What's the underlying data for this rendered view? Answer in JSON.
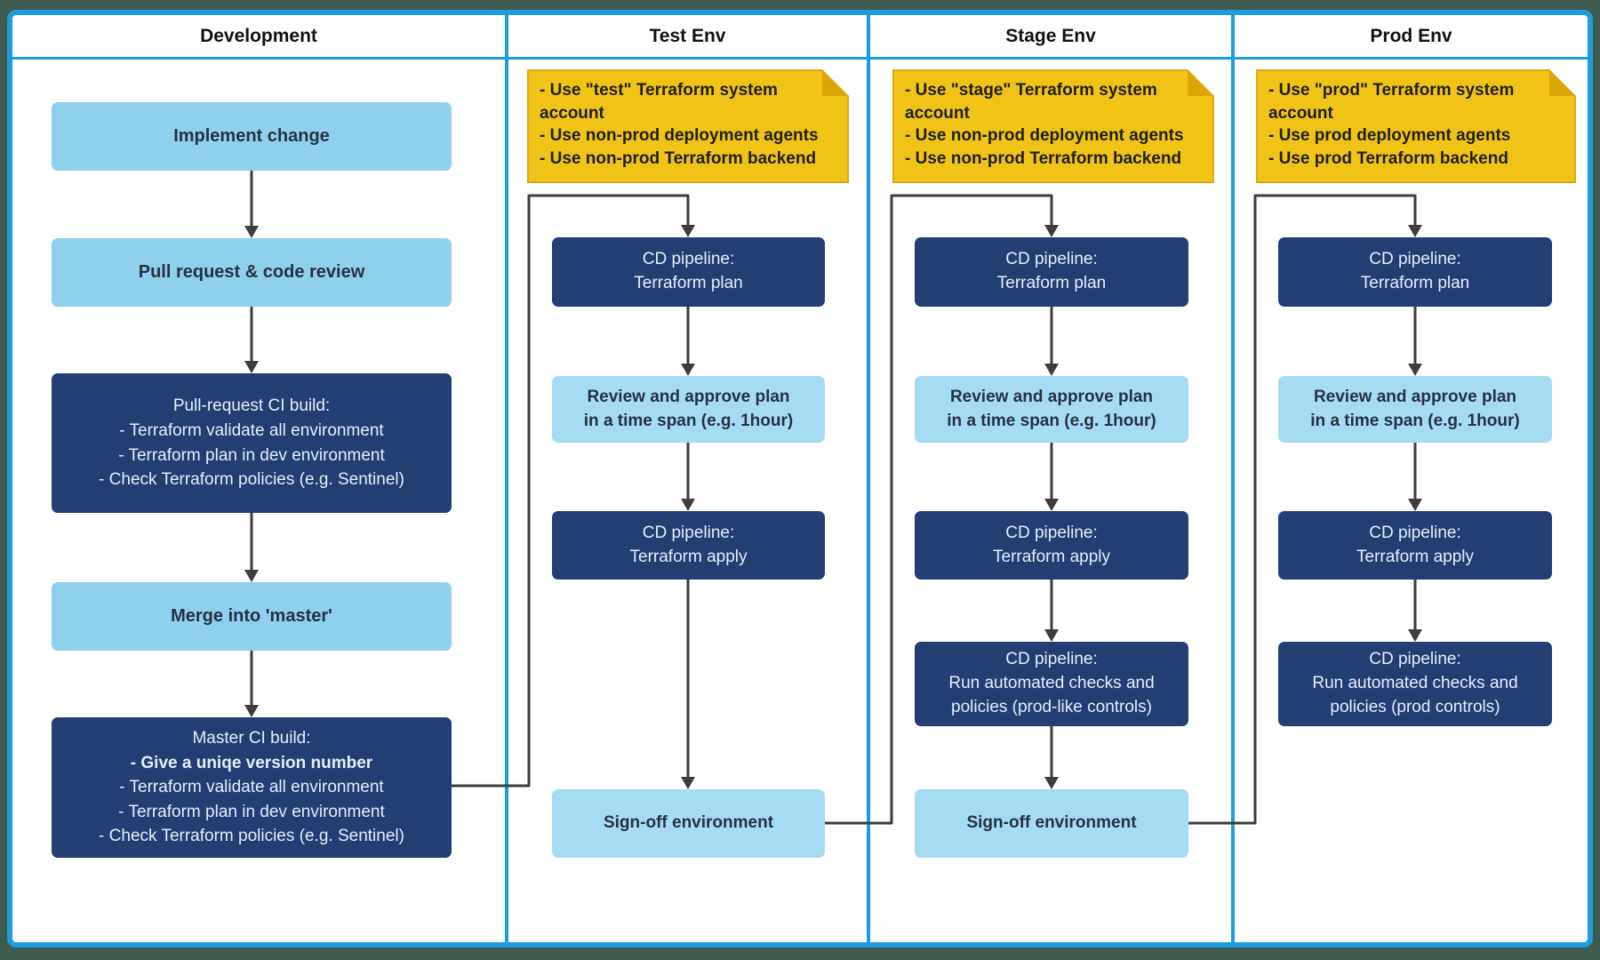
{
  "colors": {
    "page_background": "#3f5a4f",
    "frame_border_blue": "#1c9ddf",
    "navy_box": "#243e74",
    "light_blue_box": "#8fd0ed",
    "lighter_blue_box": "#a6dcf3",
    "note_yellow": "#f0c316",
    "note_fold": "#d9a606",
    "arrow": "#3d3d3d"
  },
  "lanes": [
    {
      "title": "Development",
      "boxes": [
        {
          "text": "Implement change"
        },
        {
          "text": "Pull request & code review"
        },
        {
          "lines": [
            "Pull-request CI build:",
            "- Terraform validate all environment",
            "- Terraform plan in dev environment",
            "- Check Terraform policies (e.g. Sentinel)"
          ]
        },
        {
          "text": "Merge into 'master'"
        },
        {
          "lines": [
            "Master CI build:",
            "- Give a uniqe version number",
            "- Terraform validate all environment",
            "- Terraform plan in dev environment",
            "- Check Terraform policies (e.g. Sentinel)"
          ]
        }
      ]
    },
    {
      "title": "Test Env",
      "note": "- Use \"test\" Terraform system account\n- Use non-prod deployment agents\n- Use non-prod Terraform backend",
      "boxes": [
        {
          "text": "CD pipeline:\nTerraform plan"
        },
        {
          "text": "Review and approve plan\nin a time span (e.g. 1hour)"
        },
        {
          "text": "CD pipeline:\nTerraform apply"
        },
        {
          "text": "Sign-off environment"
        }
      ]
    },
    {
      "title": "Stage Env",
      "note": "- Use \"stage\" Terraform system account\n- Use non-prod deployment agents\n- Use non-prod Terraform backend",
      "boxes": [
        {
          "text": "CD pipeline:\nTerraform plan"
        },
        {
          "text": "Review and approve plan\nin a time span (e.g. 1hour)"
        },
        {
          "text": "CD pipeline:\nTerraform apply"
        },
        {
          "text": "CD pipeline:\nRun automated checks and\npolicies (prod-like controls)"
        },
        {
          "text": "Sign-off environment"
        }
      ]
    },
    {
      "title": "Prod Env",
      "note": "- Use \"prod\" Terraform system account\n- Use prod deployment agents\n- Use prod Terraform backend",
      "boxes": [
        {
          "text": "CD pipeline:\nTerraform plan"
        },
        {
          "text": "Review and approve plan\nin a time span (e.g. 1hour)"
        },
        {
          "text": "CD pipeline:\nTerraform apply"
        },
        {
          "text": "CD pipeline:\nRun automated checks and\npolicies (prod controls)"
        }
      ]
    }
  ]
}
